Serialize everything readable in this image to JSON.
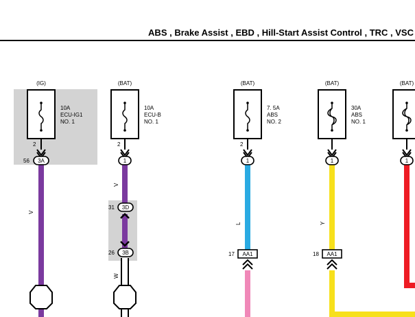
{
  "header": {
    "title": "ABS , Brake Assist , EBD , Hill-Start Assist Control , TRC , VSC"
  },
  "fuses": [
    {
      "id": "ecu-ig1",
      "power": "(IG)",
      "rating": "10A",
      "name1": "ECU-IG1",
      "name2": "NO. 1",
      "pin": "2",
      "connector": "3A",
      "conn_pin": "56",
      "wire": "V",
      "wire_color": "#7b3a9f",
      "fuse_style": "small"
    },
    {
      "id": "ecu-b",
      "power": "(BAT)",
      "rating": "10A",
      "name1": "ECU-B",
      "name2": "NO. 1",
      "pin": "2",
      "connector": "1",
      "conn_pin": "",
      "wire": "V",
      "wire_color": "#7b3a9f",
      "fuse_style": "small"
    },
    {
      "id": "abs-2",
      "power": "(BAT)",
      "rating": "7. 5A",
      "name1": "ABS",
      "name2": "NO. 2",
      "pin": "2",
      "connector": "1",
      "conn_pin": "",
      "wire": "L",
      "wire_color": "#2aaae2",
      "fuse_style": "small"
    },
    {
      "id": "abs-1",
      "power": "(BAT)",
      "rating": "30A",
      "name1": "ABS",
      "name2": "NO. 1",
      "pin": "",
      "connector": "1",
      "conn_pin": "",
      "wire": "Y",
      "wire_color": "#f7e01c",
      "fuse_style": "large"
    },
    {
      "id": "edge",
      "power": "(BAT)",
      "rating": "",
      "name1": "",
      "name2": "",
      "pin": "",
      "connector": "1",
      "conn_pin": "",
      "wire": "",
      "wire_color": "#ee1c24",
      "fuse_style": "large"
    }
  ],
  "connectors": {
    "c3d": {
      "pin": "31",
      "label": "3D"
    },
    "c3b": {
      "pin": "26",
      "label": "3B"
    },
    "aa1_a": {
      "pin": "17",
      "label": "AA1"
    },
    "aa1_b": {
      "pin": "18",
      "label": "AA1"
    },
    "w_label": "W",
    "w_color": "#ffffff",
    "pink_color": "#f088b8"
  }
}
